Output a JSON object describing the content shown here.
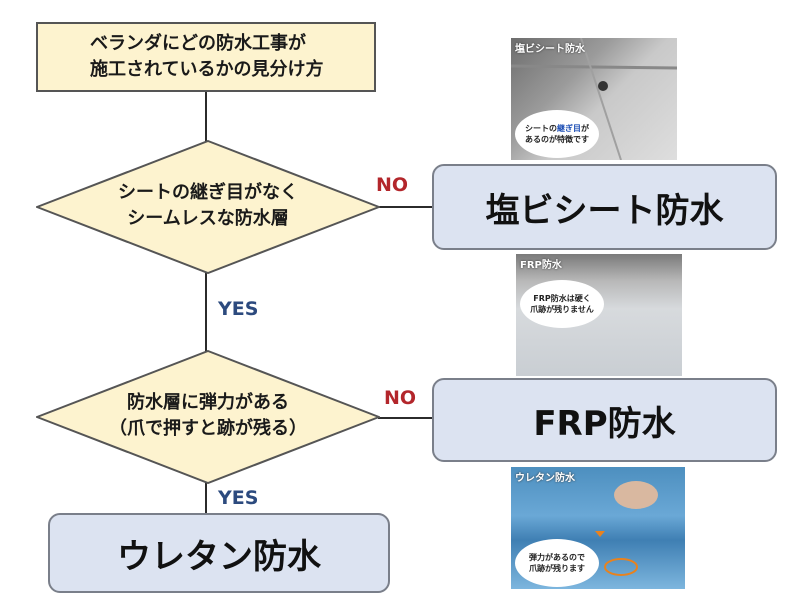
{
  "start": {
    "line1": "ベランダにどの防水工事が",
    "line2": "施工されているかの見分け方"
  },
  "question1": {
    "line1": "シートの継ぎ目がなく",
    "line2": "シームレスな防水層"
  },
  "question2": {
    "line1": "防水層に弾力がある",
    "line2": "（爪で押すと跡が残る）"
  },
  "labels": {
    "no1": "NO",
    "yes1": "YES",
    "no2": "NO",
    "yes2": "YES"
  },
  "results": {
    "r1": "塩ビシート防水",
    "r2": "FRP防水",
    "r3": "ウレタン防水"
  },
  "photos": {
    "p1": {
      "title": "塩ビシート防水",
      "bubble_pre": "シートの",
      "bubble_em": "継ぎ目",
      "bubble_post": "が",
      "bubble_line2": "あるのが特徴です"
    },
    "p2": {
      "title": "FRP防水",
      "bubble_line1": "FRP防水は硬く",
      "bubble_line2": "爪跡が残りません"
    },
    "p3": {
      "title": "ウレタン防水",
      "bubble_line1": "弾力があるので",
      "bubble_line2": "爪跡が残ります"
    }
  },
  "colors": {
    "decision_fill": "#fdf3cf",
    "result_fill": "#dce3f1",
    "no_color": "#b3262b",
    "yes_color": "#2c4a7e"
  }
}
